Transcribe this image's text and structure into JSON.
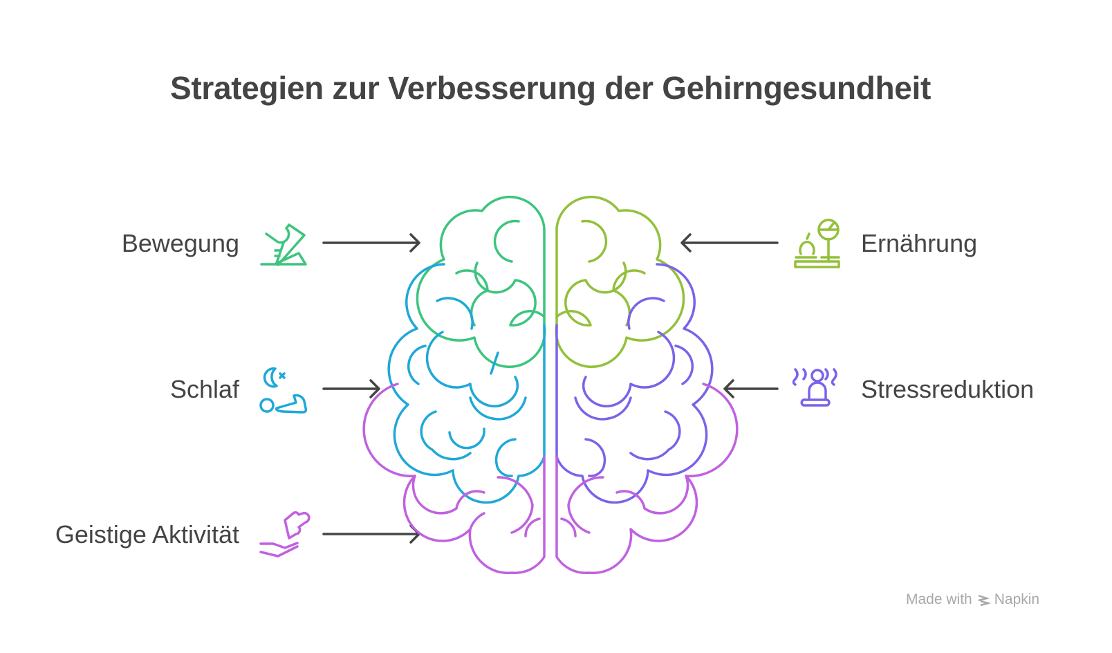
{
  "title": "Strategien zur Verbesserung der Gehirngesundheit",
  "strategies": {
    "left": [
      {
        "label": "Bewegung",
        "icon": "running-shoe-icon",
        "color": "#3dc47e"
      },
      {
        "label": "Schlaf",
        "icon": "sleeping-person-icon",
        "color": "#1fa8d8"
      },
      {
        "label": "Geistige Aktivität",
        "icon": "puzzle-hand-icon",
        "color": "#c061e0"
      }
    ],
    "right": [
      {
        "label": "Ernährung",
        "icon": "apple-scale-icon",
        "color": "#93c03a"
      },
      {
        "label": "Stressreduktion",
        "icon": "meditation-icon",
        "color": "#7b62ea"
      }
    ]
  },
  "watermark": {
    "made_with": "Made with",
    "brand": "Napkin"
  }
}
